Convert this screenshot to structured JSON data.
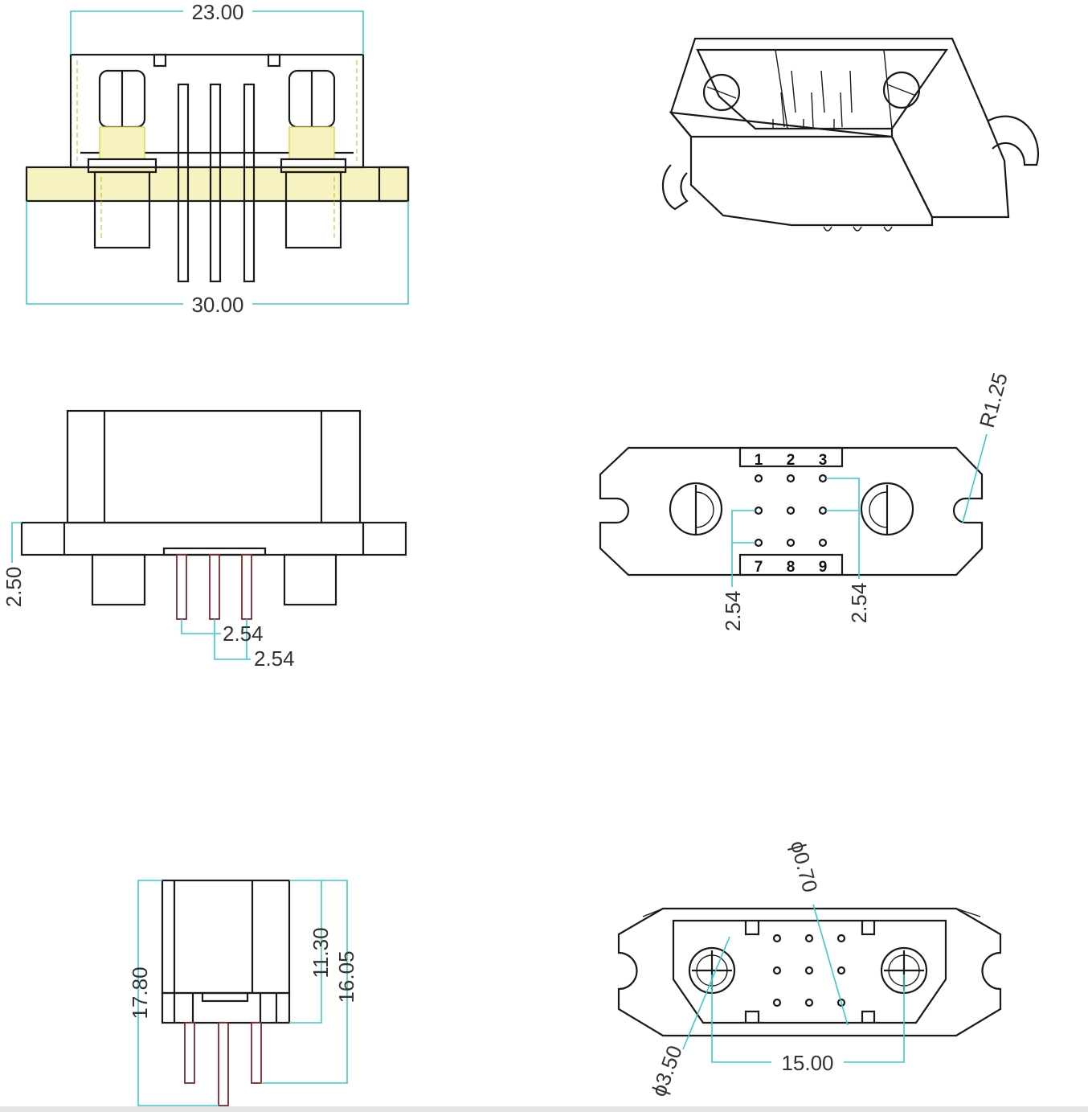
{
  "top_view": {
    "width_inner": "23.00",
    "width_outer": "30.00"
  },
  "side_view": {
    "flange_thickness": "2.50",
    "pin_pitch_a": "2.54",
    "pin_pitch_b": "2.54"
  },
  "end_view": {
    "overall_height": "17.80",
    "body_height": "11.30",
    "height_to_pin": "16.05"
  },
  "pin_layout_view": {
    "pin_labels_top": [
      "1",
      "2",
      "3"
    ],
    "pin_labels_bottom": [
      "7",
      "8",
      "9"
    ],
    "pitch_left": "2.54",
    "pitch_right": "2.54",
    "radius": "R1.25"
  },
  "front_view": {
    "pin_diameter": "ϕ0.70",
    "screw_diameter": "ϕ3.50",
    "screw_spacing": "15.00"
  },
  "colors": {
    "dimension": "#3cc8cc",
    "hatch": "#f7f3c0",
    "pin": "#7a2a2a"
  }
}
